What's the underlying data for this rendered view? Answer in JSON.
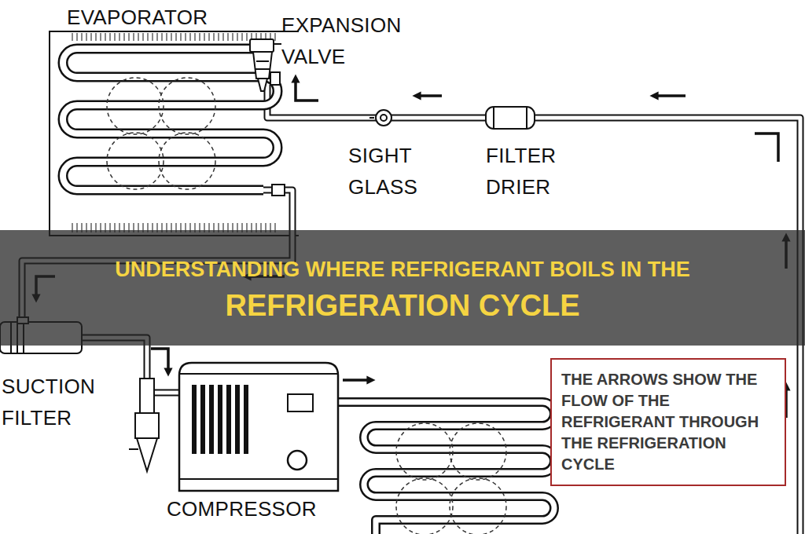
{
  "diagram": {
    "title": "UNDERSTANDING WHERE REFRIGERANT BOILS IN THE REFRIGERATION CYCLE",
    "nodes": [
      {
        "text": [
          "THE ARROWS SHOW THE FLOW OF THE REFRIGERANT THROUGH THE REFRIGERATION CYCLE"
        ]
      }
    ],
    "labels": [
      "EVAPORATOR",
      "EXPANSION VALVE",
      "SIGHT GLASS",
      "FILTER DRIER",
      "SUCTION FILTER",
      "COMPRESSOR"
    ]
  }
}
